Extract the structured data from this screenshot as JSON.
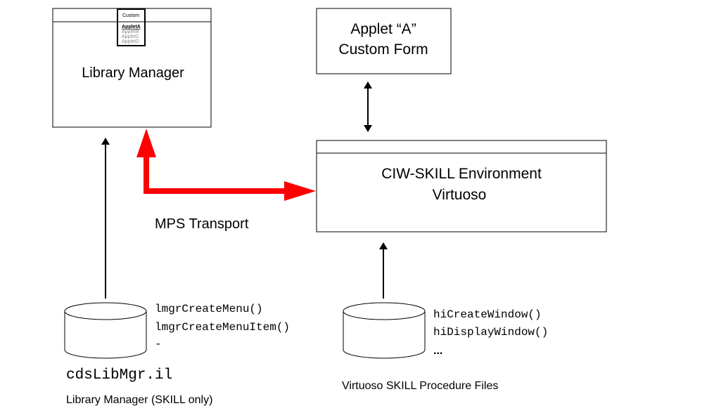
{
  "library_manager": {
    "title": "Library Manager",
    "menu": {
      "title": "Custom",
      "items": [
        "AppletA",
        "AppletB",
        "AppletC",
        "AppletD"
      ]
    }
  },
  "applet_form": {
    "line1": "Applet “A”",
    "line2": "Custom Form"
  },
  "ciw_env": {
    "line1": "CIW-SKILL Environment",
    "line2": "Virtuoso"
  },
  "transport_label": "MPS Transport",
  "lib_file": {
    "functions": [
      "lmgrCreateMenu()",
      "lmgrCreateMenuItem()",
      "-"
    ],
    "filename": "cdsLibMgr.il",
    "caption": "Library Manager (SKILL only)"
  },
  "virtuoso_files": {
    "functions": [
      "hiCreateWindow()",
      "hiDisplayWindow()",
      "..."
    ],
    "caption": "Virtuoso SKILL Procedure Files"
  },
  "colors": {
    "transport_arrow": "#ff0000",
    "lines": "#000000",
    "menu_item_dim": "#8a8a8a"
  }
}
